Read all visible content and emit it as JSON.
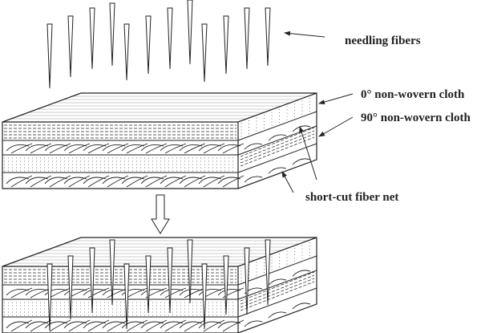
{
  "labels": {
    "needling_fibers": "needling fibers",
    "cloth_0": "0° non-wovern cloth",
    "cloth_90": "90° non-wovern cloth",
    "short_cut": "short-cut fiber net"
  },
  "colors": {
    "ink": "#222222",
    "background": "#ffffff"
  }
}
